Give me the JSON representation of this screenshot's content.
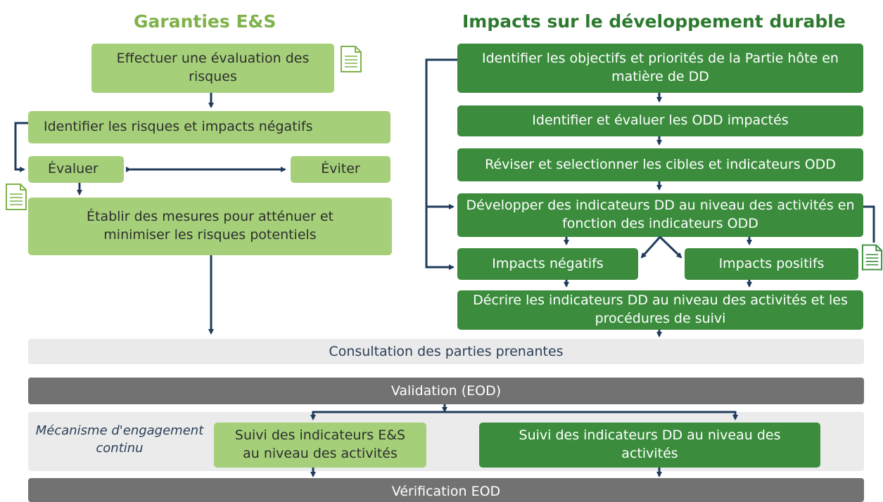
{
  "left_heading": "Garanties E&S",
  "right_heading": "Impacts sur le développement durable",
  "es": {
    "assess": "Effectuer une évaluation des risques",
    "identify": "Identifier les risques et impacts négatifs",
    "evaluate": "Ėvaluer",
    "avoid": "Ėviter",
    "mitigate": "Établir des mesures pour atténuer et minimiser les risques potentiels"
  },
  "dd": {
    "objectives": "Identifier les objectifs et priorités de la Partie hôte en matière de DD",
    "sdg_assess": "Identifier et évaluer les ODD impactés",
    "targets": "Réviser et selectionner les cibles et indicateurs ODD",
    "develop": "Développer des indicateurs DD au niveau des activités en fonction des indicateurs ODD",
    "negative": "Impacts négatifs",
    "positive": "Impacts positifs",
    "describe": "Décrire les indicateurs DD au niveau des activités et les procédures de suivi"
  },
  "bands": {
    "consultation": "Consultation des parties prenantes",
    "validation": "Validation (EOD)",
    "verification": "Vérification EOD"
  },
  "engagement": "Mécanisme d'engagement continu",
  "monitoring": {
    "es": "Suivi des indicateurs E&S au niveau des activités",
    "dd": "Suivi des indicateurs DD au niveau des activités"
  },
  "colors": {
    "light_green": "#a5d079",
    "dark_green": "#3b8d3d",
    "heading_light": "#7fb24a",
    "heading_dark": "#2d7a2f",
    "arrow": "#1f3b5c"
  }
}
